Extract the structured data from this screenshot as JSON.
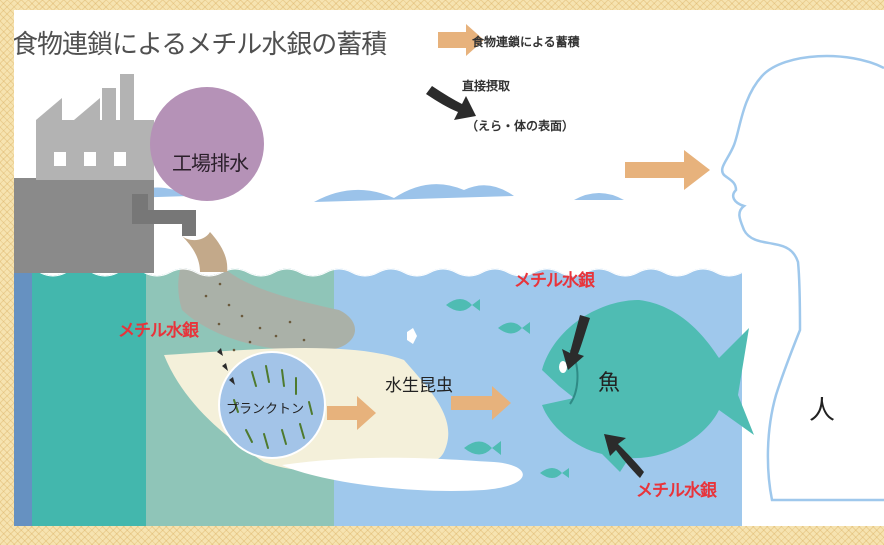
{
  "diagram": {
    "title": "食物連鎖によるメチル水銀の蓄積",
    "legend": {
      "food_chain": "食物連鎖による蓄積",
      "direct_uptake": "直接摂取",
      "direct_uptake_note": "（えら・体の表面）"
    },
    "labels": {
      "factory_effluent": "工場排水",
      "methylmercury_left": "メチル水銀",
      "plankton": "プランクトン",
      "aquatic_insect": "水生昆虫",
      "methylmercury_fish_top": "メチル水銀",
      "fish": "魚",
      "methylmercury_fish_bottom": "メチル水銀",
      "human": "人"
    }
  },
  "colors": {
    "page_background": "#f6e3b0",
    "water_light": "#9fc8ec",
    "water_shelf": "#43b7ad",
    "factory": "#8a8a8a",
    "effluent_circle": "#b592b7",
    "fish": "#4fbcb3",
    "arrow_food_chain": "#e7b27c",
    "arrow_direct": "#2b2b2b",
    "methylmercury_text": "#e8343b",
    "sediment": "#f4f0da",
    "plankton_circle": "#a3c4e8"
  }
}
